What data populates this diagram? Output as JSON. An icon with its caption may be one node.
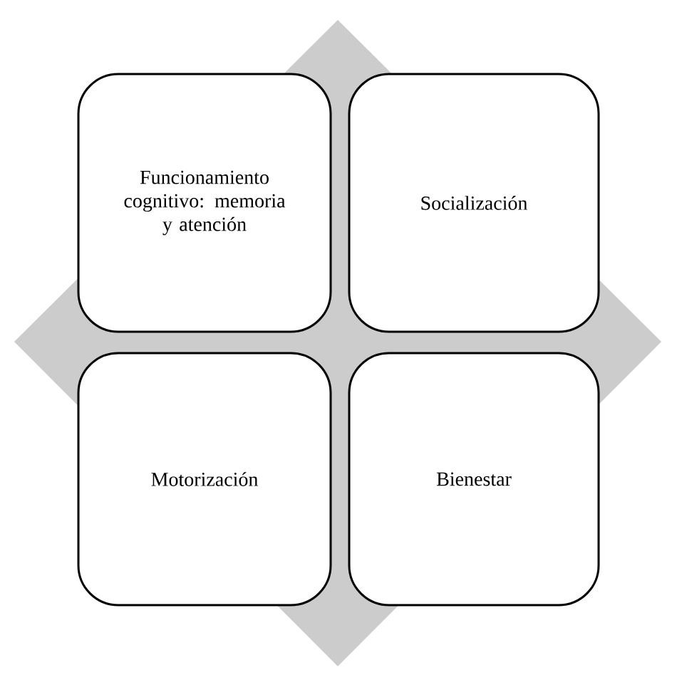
{
  "diagram": {
    "nodes": [
      {
        "text": [
          "Funcionamiento cognitivo: memoria y atención"
        ]
      },
      {
        "text": [
          "Socialización"
        ]
      },
      {
        "text": [
          "Motorización"
        ]
      },
      {
        "text": [
          "Bienestar"
        ]
      }
    ]
  }
}
